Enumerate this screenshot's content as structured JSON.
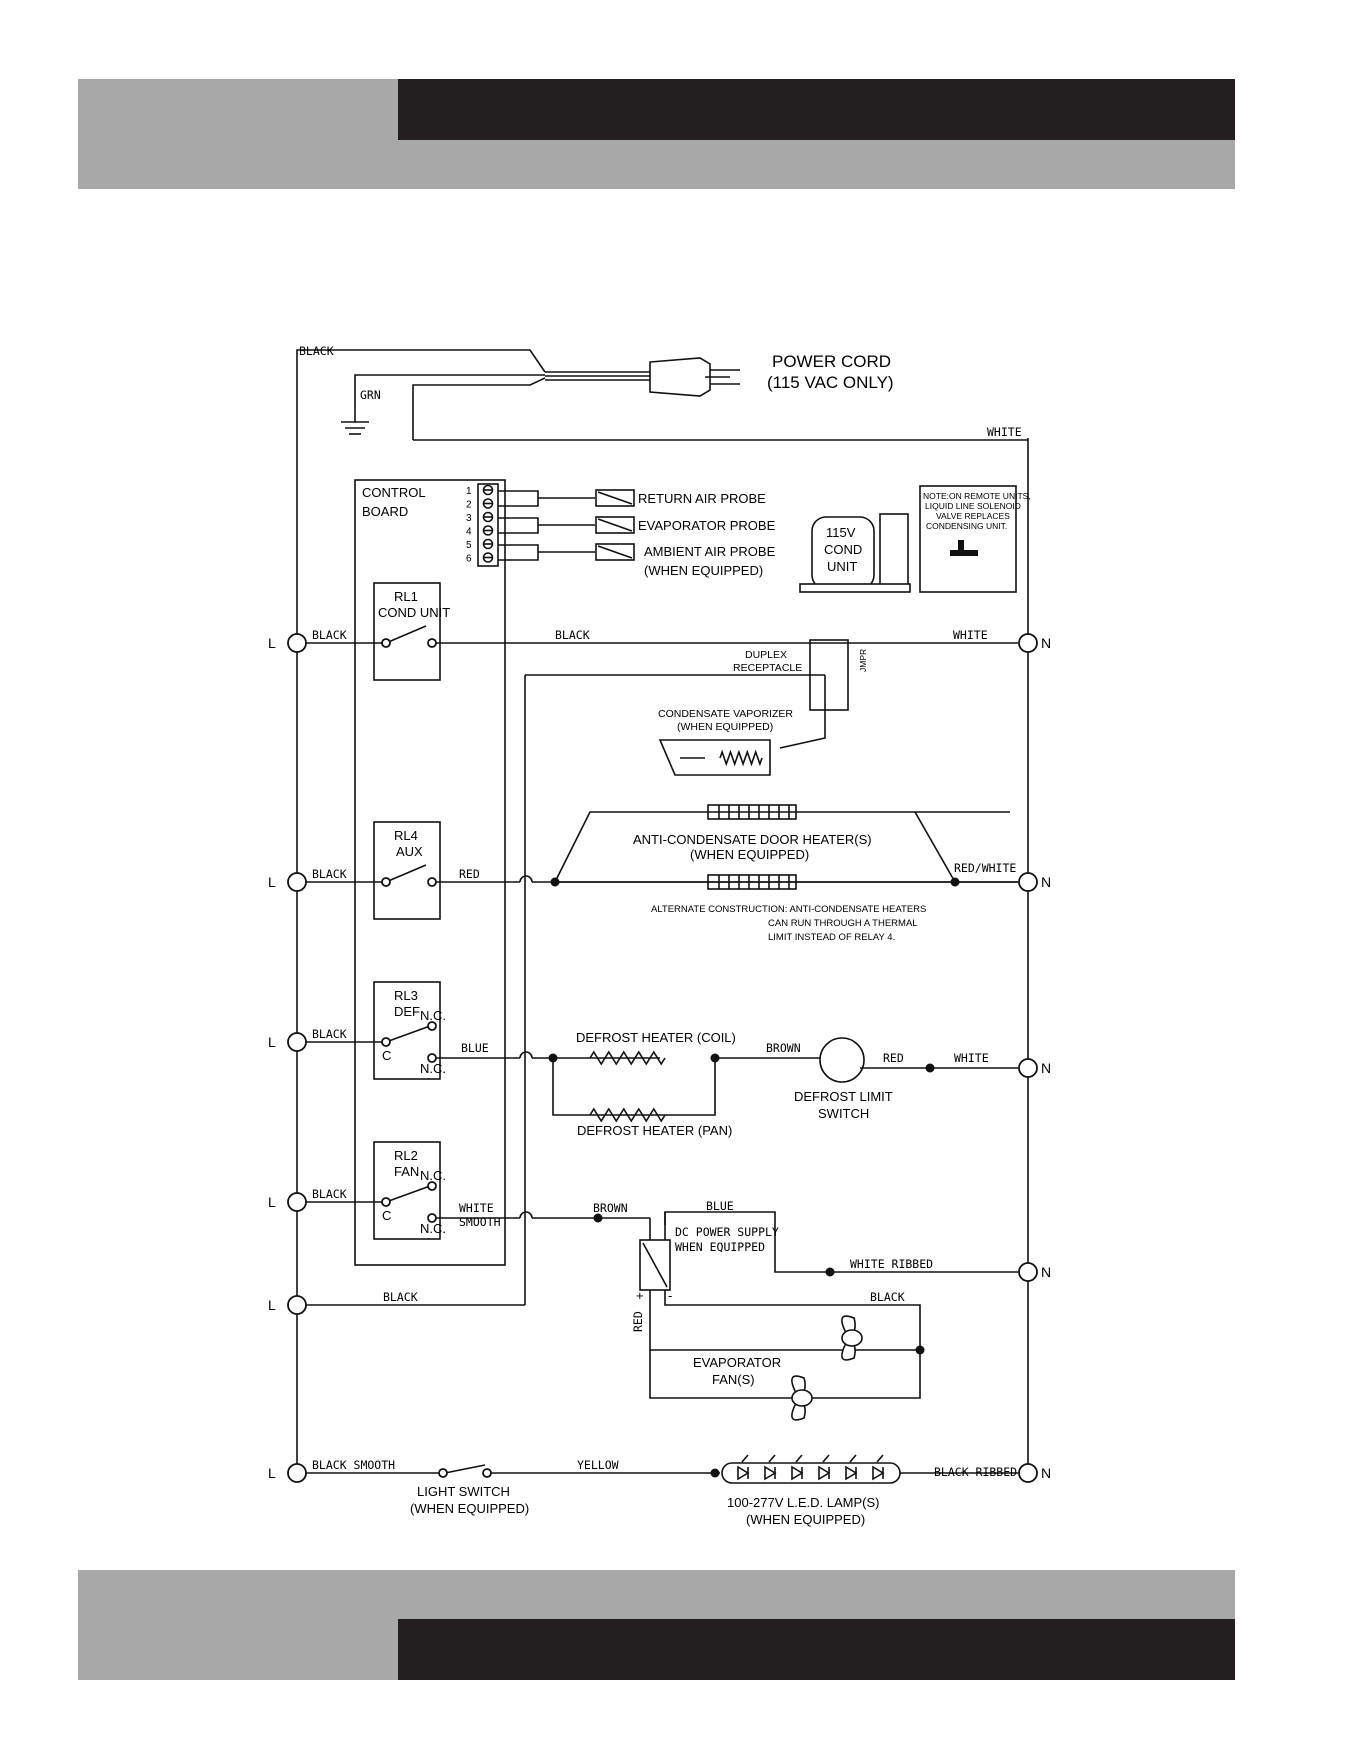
{
  "power": {
    "cord_title": "POWER CORD",
    "cord_sub": "(115 VAC ONLY)",
    "wire_black": "BLACK",
    "wire_grn": "GRN",
    "wire_white": "WHITE"
  },
  "control_board": {
    "title_line1": "CONTROL",
    "title_line2": "BOARD",
    "pins": [
      "1",
      "2",
      "3",
      "4",
      "5",
      "6"
    ]
  },
  "probes": {
    "return_air": "RETURN AIR PROBE",
    "evaporator": "EVAPORATOR PROBE",
    "ambient_line1": "AMBIENT AIR PROBE",
    "ambient_line2": "(WHEN EQUIPPED)"
  },
  "cond_unit": {
    "line1": "115V",
    "line2": "COND",
    "line3": "UNIT"
  },
  "note": {
    "lines": [
      "NOTE:ON REMOTE UNITS,",
      "LIQUID LINE SOLENOID",
      "VALVE REPLACES",
      "CONDENSING UNIT."
    ]
  },
  "relays": {
    "rl1": {
      "name": "RL1",
      "sub": "COND UNIT"
    },
    "rl4": {
      "name": "RL4",
      "sub": "AUX"
    },
    "rl3": {
      "name": "RL3",
      "sub": "DEF",
      "nc_top": "N.C.",
      "c": "C",
      "nc_bottom": "N.C."
    },
    "rl2": {
      "name": "RL2",
      "sub": "FAN",
      "nc_top": "N.C.",
      "c": "C",
      "nc_bottom": "N.C."
    }
  },
  "terminals": {
    "line": "L",
    "neutral": "N"
  },
  "wires": {
    "black": "BLACK",
    "white": "WHITE",
    "red": "RED",
    "red_white": "RED/WHITE",
    "blue": "BLUE",
    "brown": "BROWN",
    "white_smooth_1": "WHITE",
    "white_smooth_2": "SMOOTH",
    "white_ribbed": "WHITE RIBBED",
    "black_smooth": "BLACK SMOOTH",
    "black_ribbed": "BLACK RIBBED",
    "yellow": "YELLOW"
  },
  "receptacle": {
    "line1": "DUPLEX",
    "line2": "RECEPTACLE",
    "jumper": "JMPR"
  },
  "vaporizer": {
    "line1": "CONDENSATE VAPORIZER",
    "line2": "(WHEN EQUIPPED)"
  },
  "door_heater": {
    "line1": "ANTI-CONDENSATE DOOR HEATER(S)",
    "line2": "(WHEN EQUIPPED)",
    "alt1": "ALTERNATE CONSTRUCTION: ANTI-CONDENSATE HEATERS",
    "alt2": "CAN RUN THROUGH A THERMAL",
    "alt3": "LIMIT INSTEAD OF RELAY 4."
  },
  "defrost": {
    "coil": "DEFROST HEATER (COIL)",
    "pan": "DEFROST HEATER (PAN)",
    "limit_line1": "DEFROST LIMIT",
    "limit_line2": "SWITCH"
  },
  "dc_supply": {
    "line1": "DC POWER SUPPLY",
    "line2": "WHEN EQUIPPED",
    "plus": "+",
    "minus": "-"
  },
  "fans": {
    "line1": "EVAPORATOR",
    "line2": "FAN(S)"
  },
  "light": {
    "switch_line1": "LIGHT SWITCH",
    "switch_line2": "(WHEN EQUIPPED)",
    "lamp_line1": "100-277V L.E.D. LAMP(S)",
    "lamp_line2": "(WHEN EQUIPPED)"
  },
  "colors": {
    "band_gray": "#a8a8a8",
    "band_dark": "#231f20",
    "ink": "#111111"
  }
}
